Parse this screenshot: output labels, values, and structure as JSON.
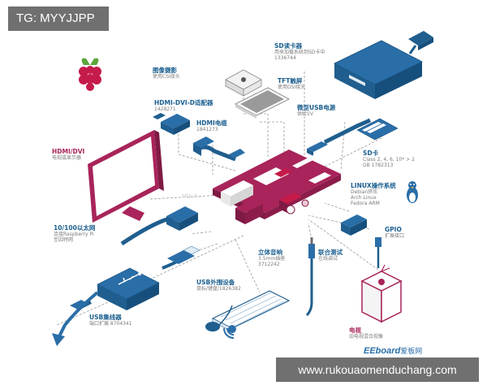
{
  "tag": "TG: MYYJJPP",
  "watermark_url": "www.rukouaomenduchang.com",
  "faint_url": "http://...",
  "brand": {
    "name": "EEboard",
    "cn": "爱板网"
  },
  "colors": {
    "accent": "#a8245a",
    "device": "#1f5e8e",
    "device_light": "#e3eef6",
    "line": "#9a9a9a",
    "label": "#1b5f8f"
  },
  "labels": {
    "camera": {
      "title": "图像摄影",
      "sub": "使用CSI接头"
    },
    "sdreader": {
      "title": "SD读卡器",
      "sub": "用来加载系统到SD卡中",
      "sub2": "1336744"
    },
    "tft": {
      "title": "TFT触屏",
      "sub": "使用DSI接头"
    },
    "hdmidvi": {
      "title": "HDMI-DVI-D适配器",
      "sub": "1428271"
    },
    "microusb": {
      "title": "微型USB电源",
      "sub": "供给5V"
    },
    "hdmicable": {
      "title": "HDMI电缆",
      "sub": "1841273"
    },
    "monitor": {
      "title": "HDMI/DVI",
      "sub": "电视或显示器"
    },
    "sdcard": {
      "title": "SD卡",
      "sub": "Class 2, 4, 6, 10* > 2",
      "sub2": "GB 1782313"
    },
    "linux": {
      "title": "LINUX操作系统",
      "sub": "Debian挤压",
      "sub2": "Arch Linux",
      "sub3": "Fedora ARM"
    },
    "ethernet": {
      "title": "10/100以太网",
      "sub": "连接Raspberry Pi",
      "sub2": "至因特网"
    },
    "gpio": {
      "title": "GPIO",
      "sub": "扩展接口"
    },
    "audio": {
      "title": "立体音响",
      "sub": "3.5mm插座",
      "sub2": "3712242"
    },
    "composite": {
      "title": "联合测试",
      "sub": "在线调试"
    },
    "usbdev": {
      "title": "USB外围设备",
      "sub": "鼠标/键盘/1826382"
    },
    "usbhub": {
      "title": "USB集线器",
      "sub": "端口扩展 8704341"
    },
    "tv": {
      "title": "电视",
      "sub": "旧电视混合视像"
    }
  }
}
